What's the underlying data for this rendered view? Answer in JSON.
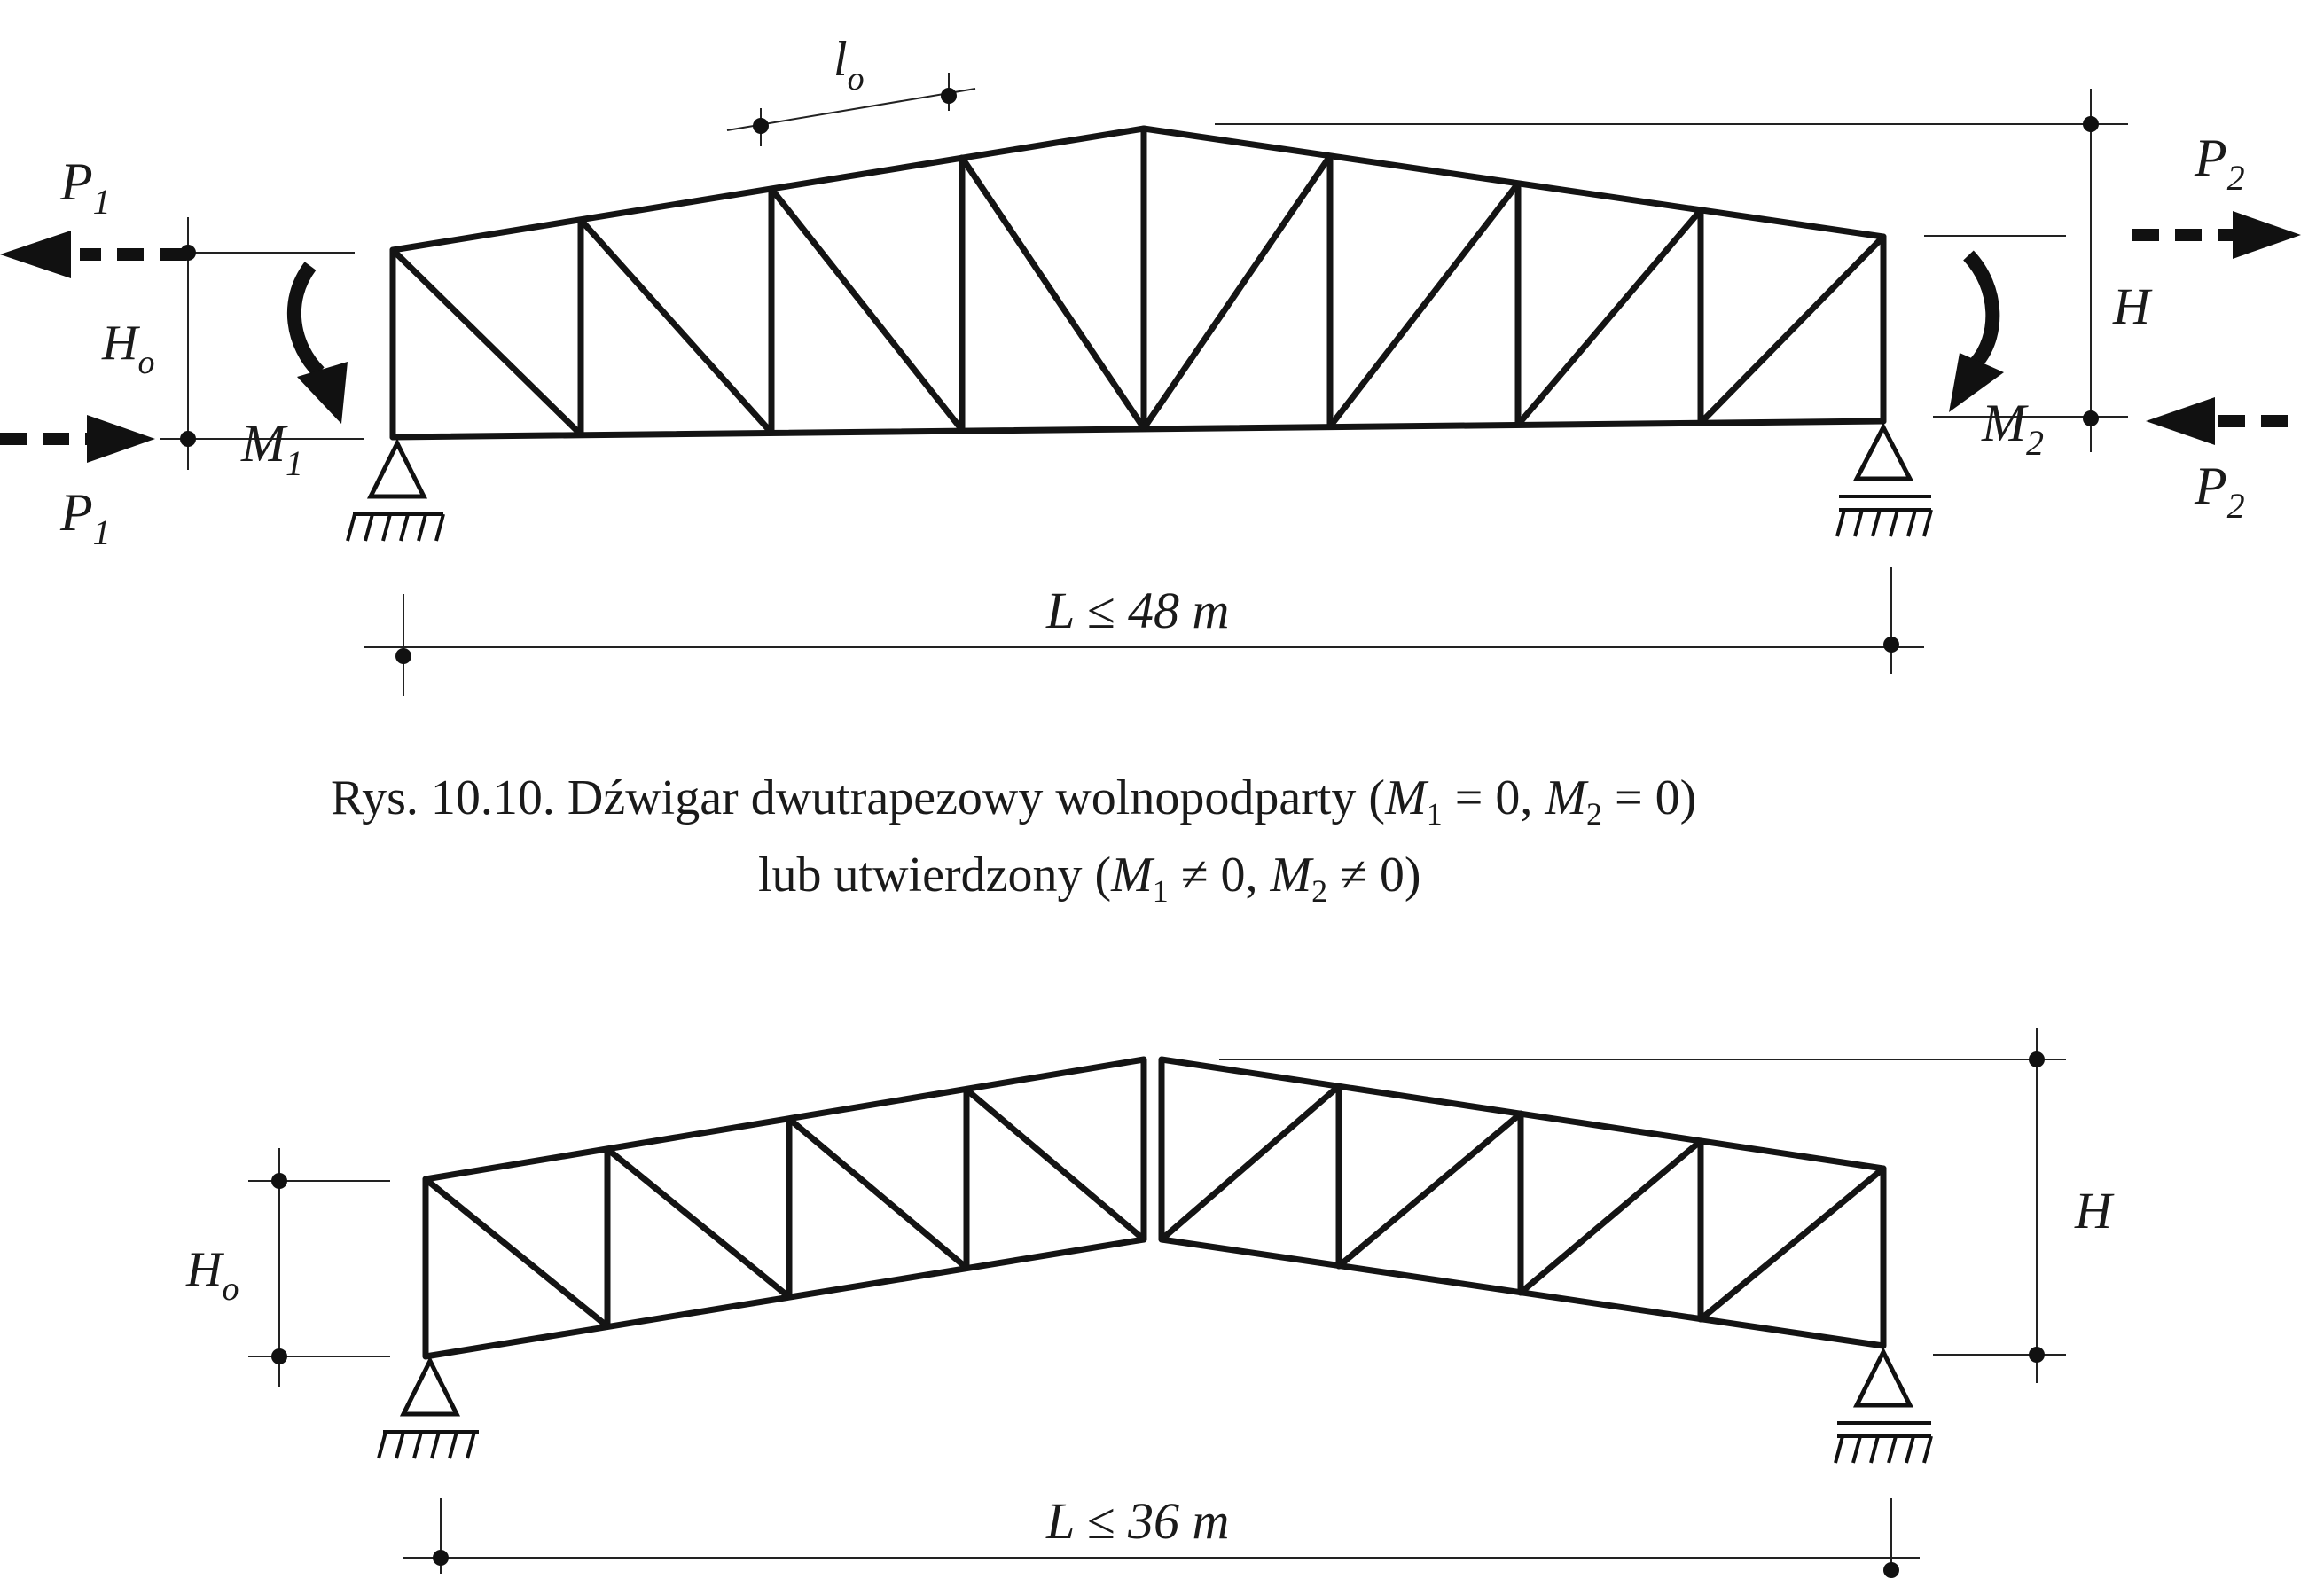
{
  "figure_top": {
    "labels": {
      "l0_main": "l",
      "l0_sub": "o",
      "H0_main": "H",
      "H0_sub": "o",
      "H": "H",
      "P1_top_main": "P",
      "P1_top_sub": "1",
      "P1_bot_main": "P",
      "P1_bot_sub": "1",
      "P2_top_main": "P",
      "P2_top_sub": "2",
      "P2_bot_main": "P",
      "P2_bot_sub": "2",
      "M1_main": "M",
      "M1_sub": "1",
      "M2_main": "M",
      "M2_sub": "2",
      "span": "L ≤ 48 m"
    }
  },
  "caption": {
    "line1_prefix": "Rys. 10.10.  Dźwigar dwutrapezowy wolnopodparty (",
    "line1_m1": "M",
    "line1_m1_sub": "1",
    "line1_mid": " = 0, ",
    "line1_m2": "M",
    "line1_m2_sub": "2",
    "line1_end": " = 0)",
    "line2_prefix": "lub utwierdzony (",
    "line2_m1": "M",
    "line2_m1_sub": "1",
    "line2_mid": " ≠ 0, ",
    "line2_m2": "M",
    "line2_m2_sub": "2",
    "line2_end": " ≠ 0)"
  },
  "figure_bottom": {
    "labels": {
      "H0_main": "H",
      "H0_sub": "o",
      "H": "H",
      "span": "L ≤ 36 m"
    }
  }
}
